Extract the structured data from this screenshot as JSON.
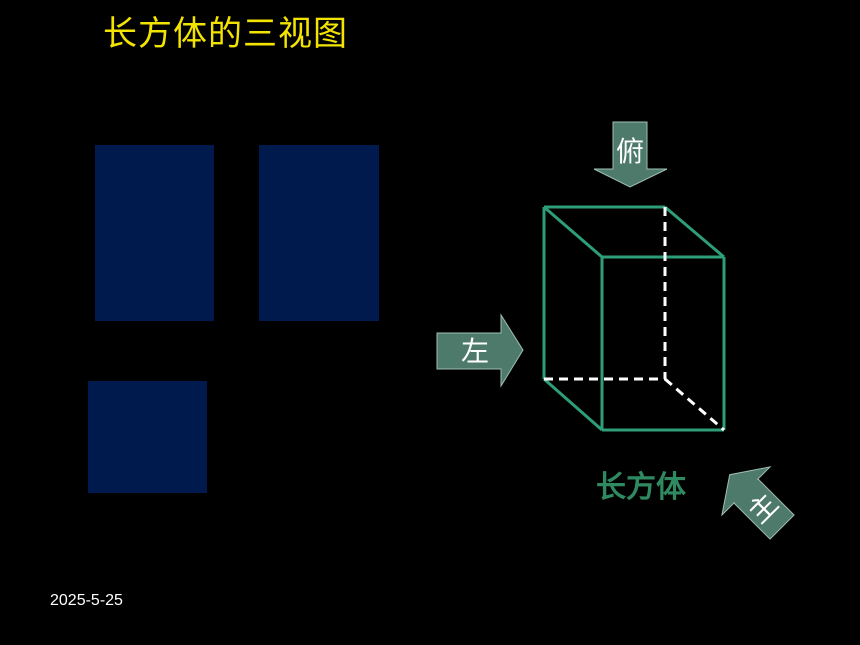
{
  "title": "长方体的三视图",
  "views": {
    "front": "front-view",
    "side": "side-view",
    "top": "top-view"
  },
  "arrows": {
    "top": "俯",
    "left": "左",
    "front": "主"
  },
  "solid_label": "长方体",
  "date": "2025-5-25",
  "colors": {
    "title": "#f2e300",
    "view_fill": "#001a4d",
    "cube_edge": "#2e9e78",
    "arrow_fill": "#4e7a6c",
    "label": "#2f8a62"
  }
}
